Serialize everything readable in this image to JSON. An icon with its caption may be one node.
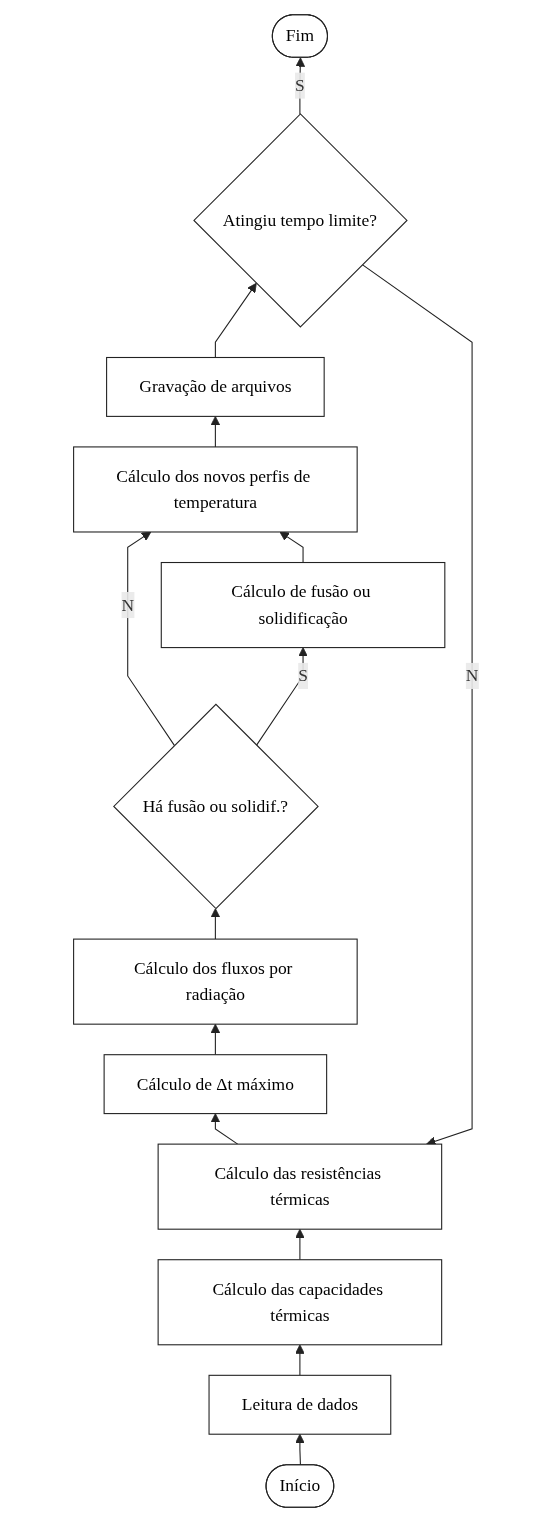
{
  "diagram": {
    "nodes": [
      {
        "text": [
          "Início"
        ]
      },
      {
        "text": [
          "Leitura de dados"
        ]
      },
      {
        "text": [
          "Cálculo das capacidades térmicas"
        ]
      },
      {
        "text": [
          "Cálculo das resistências térmicas"
        ]
      },
      {
        "text": [
          "Cálculo de Δt máximo"
        ]
      },
      {
        "text": [
          "Cálculo dos fluxos por radiação"
        ]
      },
      {
        "text": [
          "Há fusão ou solidif.?"
        ]
      },
      {
        "text": [
          "Cálculo de fusão ou solidificação"
        ]
      },
      {
        "text": [
          "Cálculo dos novos perfis de temperatura"
        ]
      },
      {
        "text": [
          "Gravação de arquivos"
        ]
      },
      {
        "text": [
          "Atingiu tempo limite?"
        ]
      },
      {
        "text": [
          "Fim"
        ]
      }
    ],
    "edges": [
      {
        "from": 0,
        "to": 1,
        "arrow": "to"
      },
      {
        "from": 1,
        "to": 2,
        "arrow": "to"
      },
      {
        "from": 2,
        "to": 3,
        "arrow": "to"
      },
      {
        "from": 3,
        "to": 4,
        "arrow": "to"
      },
      {
        "from": 4,
        "to": 5,
        "arrow": "to"
      },
      {
        "from": 5,
        "to": 6,
        "arrow": "to"
      },
      {
        "from": 6,
        "to": 7,
        "arrow": "to",
        "label": "S"
      },
      {
        "from": 6,
        "to": 8,
        "arrow": "to",
        "label": "N"
      },
      {
        "from": 7,
        "to": 8,
        "arrow": "to"
      },
      {
        "from": 8,
        "to": 9,
        "arrow": "to"
      },
      {
        "from": 9,
        "to": 10,
        "arrow": "to"
      },
      {
        "from": 10,
        "to": 11,
        "arrow": "to",
        "label": "S"
      },
      {
        "from": 10,
        "to": 3,
        "arrow": "to",
        "label": "N"
      }
    ]
  }
}
